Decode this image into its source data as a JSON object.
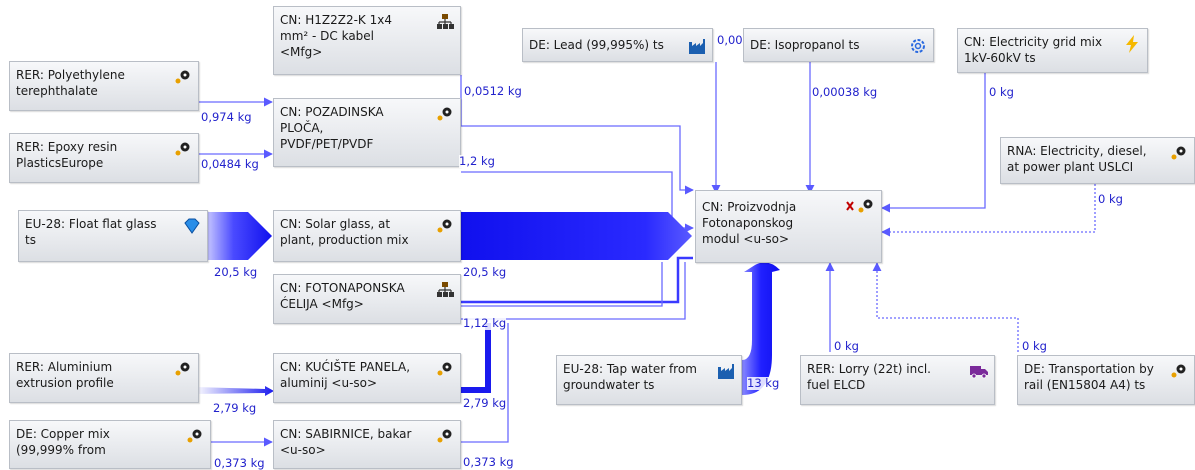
{
  "colors": {
    "flow": "#1a1aee",
    "line": "#6a6aff",
    "amount": "#2222cc"
  },
  "nodes": [
    {
      "id": "pet",
      "label": "RER: Polyethylene\nterephthalate",
      "icon": "gears-icon"
    },
    {
      "id": "epoxy",
      "label": "RER: Epoxy resin\nPlasticsEurope",
      "icon": "gears-icon"
    },
    {
      "id": "floatglass",
      "label": "EU-28: Float flat glass\nts",
      "icon": "diamond-icon"
    },
    {
      "id": "alu",
      "label": "RER: Aluminium\nextrusion profile",
      "icon": "gears-icon"
    },
    {
      "id": "copper",
      "label": "DE: Copper mix\n(99,999% from",
      "icon": "gears-icon"
    },
    {
      "id": "cable",
      "label": "CN:  H1Z2Z2-K 1x4\nmm² - DC kabel\n<Mfg>",
      "icon": "hierarchy-icon"
    },
    {
      "id": "backplate",
      "label": "CN: POZADINSKA\nPLOČA,\nPVDF/PET/PVDF",
      "icon": "gears-icon"
    },
    {
      "id": "solarglass",
      "label": "CN: Solar glass, at\nplant, production mix",
      "icon": "gears-icon"
    },
    {
      "id": "cell",
      "label": "CN: FOTONAPONSKA\nĆELIJA <Mfg>",
      "icon": "hierarchy-icon"
    },
    {
      "id": "frame",
      "label": "CN: KUĆIŠTE PANELA,\naluminij <u-so>",
      "icon": "gears-icon"
    },
    {
      "id": "busbar",
      "label": "CN: SABIRNICE, bakar\n<u-so>",
      "icon": "gears-icon"
    },
    {
      "id": "lead",
      "label": "DE: Lead (99,995%) ts",
      "icon": "factory-icon"
    },
    {
      "id": "ipa",
      "label": "DE: Isopropanol ts",
      "icon": "gear-outline-icon"
    },
    {
      "id": "grid",
      "label": "CN: Electricity grid mix\n1kV-60kV ts",
      "icon": "lightning-icon"
    },
    {
      "id": "diesel",
      "label": "RNA: Electricity, diesel,\nat power plant USLCI",
      "icon": "gears-icon"
    },
    {
      "id": "module",
      "label": "CN:  Proizvodnja\nFotonaponskog\nmodul <u-so>",
      "icon": "gears-x-icon"
    },
    {
      "id": "water",
      "label": "EU-28: Tap water from\ngroundwater ts",
      "icon": "factory-icon"
    },
    {
      "id": "lorry",
      "label": "RER: Lorry (22t) incl.\nfuel ELCD",
      "icon": "truck-icon"
    },
    {
      "id": "rail",
      "label": "DE: Transportation by\nrail (EN15804 A4) ts",
      "icon": "gears-icon"
    }
  ],
  "flows": [
    {
      "id": "pet-backplate",
      "amount": "0,974 kg"
    },
    {
      "id": "epoxy-backplate",
      "amount": "0,0484 kg"
    },
    {
      "id": "floatglass-solarglass",
      "amount": "20,5 kg"
    },
    {
      "id": "alu-frame",
      "amount": "2,79 kg"
    },
    {
      "id": "copper-busbar",
      "amount": "0,373 kg"
    },
    {
      "id": "cable-module",
      "amount": "0,0512 kg"
    },
    {
      "id": "backplate-module",
      "amount": "1,2 kg"
    },
    {
      "id": "solarglass-module",
      "amount": "20,5 kg"
    },
    {
      "id": "cell-module",
      "amount": "1,12 kg"
    },
    {
      "id": "frame-module",
      "amount": "2,79 kg"
    },
    {
      "id": "busbar-module",
      "amount": "0,373 kg"
    },
    {
      "id": "lead-module",
      "amount": "0,00"
    },
    {
      "id": "ipa-module",
      "amount": "0,00038 kg"
    },
    {
      "id": "grid-module",
      "amount": "0 kg"
    },
    {
      "id": "diesel-module",
      "amount": "0 kg"
    },
    {
      "id": "module-water",
      "amount": "13 kg"
    },
    {
      "id": "lorry-module",
      "amount": "0 kg"
    },
    {
      "id": "rail-module",
      "amount": "0 kg"
    }
  ]
}
